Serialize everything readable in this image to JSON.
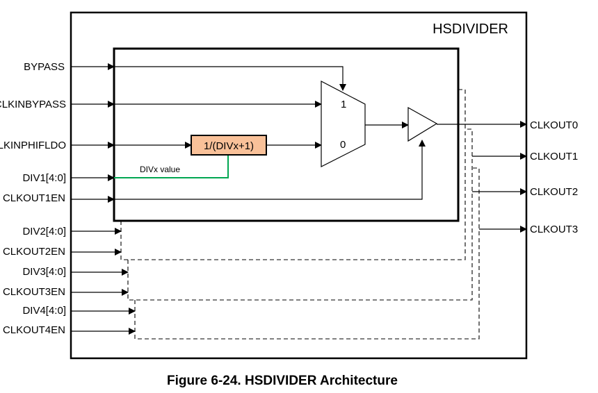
{
  "diagram": {
    "title": "HSDIVIDER",
    "caption": "Figure 6-24. HSDIVIDER Architecture",
    "divider_label": "1/(DIVx+1)",
    "divx_value_label": "DIVx value",
    "mux_input_1": "1",
    "mux_input_0": "0",
    "inputs": {
      "bypass": "BYPASS",
      "clkinbypass": "CLKINBYPASS",
      "clkinphifldo": "CLKINPHIFLDO",
      "div1": "DIV1[4:0]",
      "clkout1en": "CLKOUT1EN",
      "div2": "DIV2[4:0]",
      "clkout2en": "CLKOUT2EN",
      "div3": "DIV3[4:0]",
      "clkout3en": "CLKOUT3EN",
      "div4": "DIV4[4:0]",
      "clkout4en": "CLKOUT4EN"
    },
    "outputs": [
      "CLKOUT0",
      "CLKOUT1",
      "CLKOUT2",
      "CLKOUT3"
    ],
    "colors": {
      "divider_fill": "#F9C199",
      "divx_wire": "#00A651"
    }
  }
}
